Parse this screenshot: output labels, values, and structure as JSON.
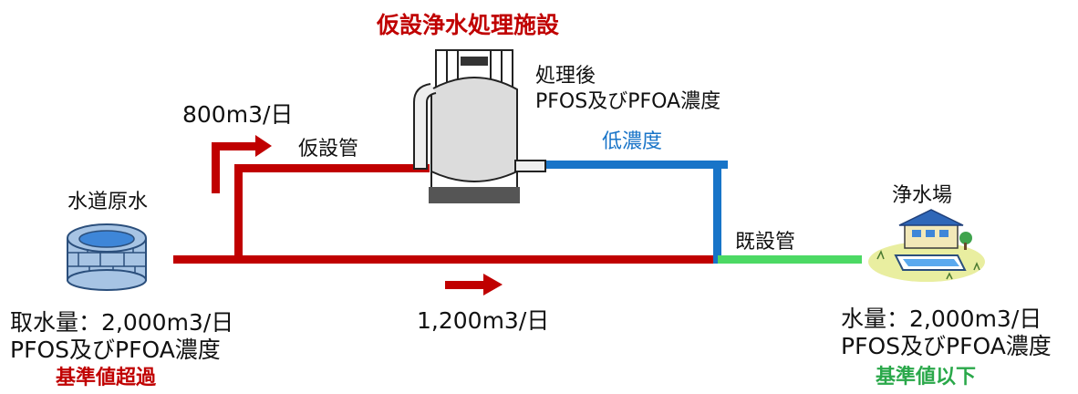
{
  "title": "仮設浄水処理施設",
  "source": {
    "name": "水道原水",
    "intake": "取水量：2,000m3/日",
    "concentration": "PFOS及びPFOA濃度",
    "status": "基準値超過"
  },
  "bypass": {
    "flow": "800m3/日",
    "pipe": "仮設管"
  },
  "treatment": {
    "after_line1": "処理後",
    "after_line2": "PFOS及びPFOA濃度",
    "after_status": "低濃度"
  },
  "main_line": {
    "flow": "1,200m3/日",
    "pipe": "既設管"
  },
  "plant": {
    "name": "浄水場",
    "volume": "水量：2,000m3/日",
    "concentration": "PFOS及びPFOA濃度",
    "status": "基準値以下"
  },
  "colors": {
    "red_pipe": "#c00000",
    "blue_pipe": "#1874c8",
    "green_pipe": "#4cd964",
    "title_red": "#c00000",
    "status_blue": "#1874c8",
    "status_green": "#2aa84a"
  }
}
